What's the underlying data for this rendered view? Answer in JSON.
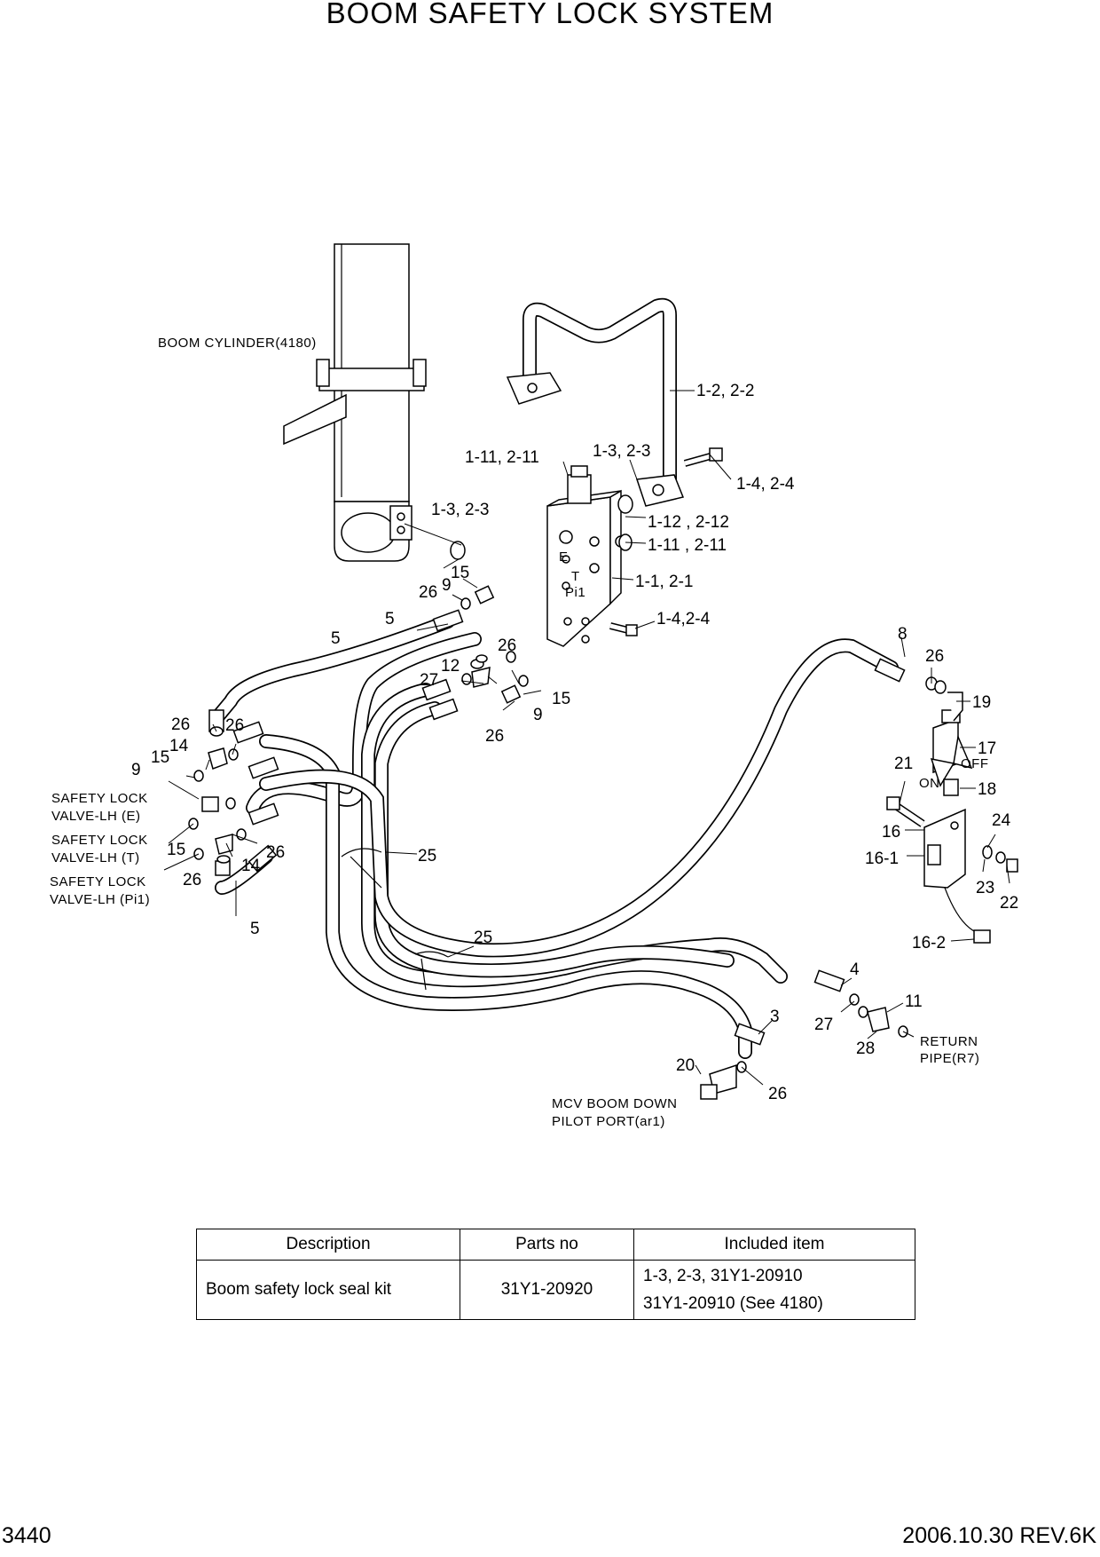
{
  "title": "BOOM SAFETY LOCK SYSTEM",
  "footer": {
    "page": "3440",
    "revision": "2006.10.30 REV.6K"
  },
  "notes": {
    "boom_cylinder": "BOOM CYLINDER(4180)",
    "valve_e_1": "SAFETY LOCK",
    "valve_e_2": "VALVE-LH (E)",
    "valve_t_1": "SAFETY LOCK",
    "valve_t_2": "VALVE-LH (T)",
    "valve_pi1_1": "SAFETY LOCK",
    "valve_pi1_2": "VALVE-LH (Pi1)",
    "return_1": "RETURN",
    "return_2": "PIPE(R7)",
    "mcv_1": "MCV BOOM DOWN",
    "mcv_2": "PILOT PORT(ar1)",
    "port_e": "E",
    "port_t": "T",
    "port_pi1": "Pi1",
    "switch_off": "OFF",
    "switch_on": "ON"
  },
  "callouts": {
    "c_1_2": "1-2, 2-2",
    "c_1_11_top": "1-11, 2-11",
    "c_1_3_top": "1-3, 2-3",
    "c_1_4_top": "1-4, 2-4",
    "c_1_3_left": "1-3, 2-3",
    "c_1_12": "1-12 , 2-12",
    "c_1_11_right": "1-11 , 2-11",
    "c_1_1": "1-1, 2-1",
    "c_1_4_bottom": "1-4,2-4",
    "c15a": "15",
    "c9a": "9",
    "c26a": "26",
    "c5a": "5",
    "c5b": "5",
    "c26b": "26",
    "c12": "12",
    "c27a": "27",
    "c15b": "15",
    "c9b": "9",
    "c26c": "26",
    "c26d": "26",
    "c26e": "26",
    "c14a": "14",
    "c15c": "15",
    "c9c": "9",
    "c15d": "15",
    "c26f": "26",
    "c14b": "14",
    "c26g": "26",
    "c25a": "25",
    "c25b": "25",
    "c8": "8",
    "c26h": "26",
    "c19": "19",
    "c17": "17",
    "c21": "21",
    "c18": "18",
    "c16": "16",
    "c16_1": "16-1",
    "c24": "24",
    "c23": "23",
    "c22": "22",
    "c16_2": "16-2",
    "c4": "4",
    "c11": "11",
    "c3": "3",
    "c27b": "27",
    "c28": "28",
    "c20": "20",
    "c26i": "26"
  },
  "kit_table": {
    "headers": [
      "Description",
      "Parts no",
      "Included item"
    ],
    "rows": [
      {
        "description": "Boom safety lock seal kit",
        "parts_no": "31Y1-20920",
        "included": [
          "1-3, 2-3, 31Y1-20910",
          "31Y1-20910 (See 4180)"
        ]
      }
    ]
  }
}
